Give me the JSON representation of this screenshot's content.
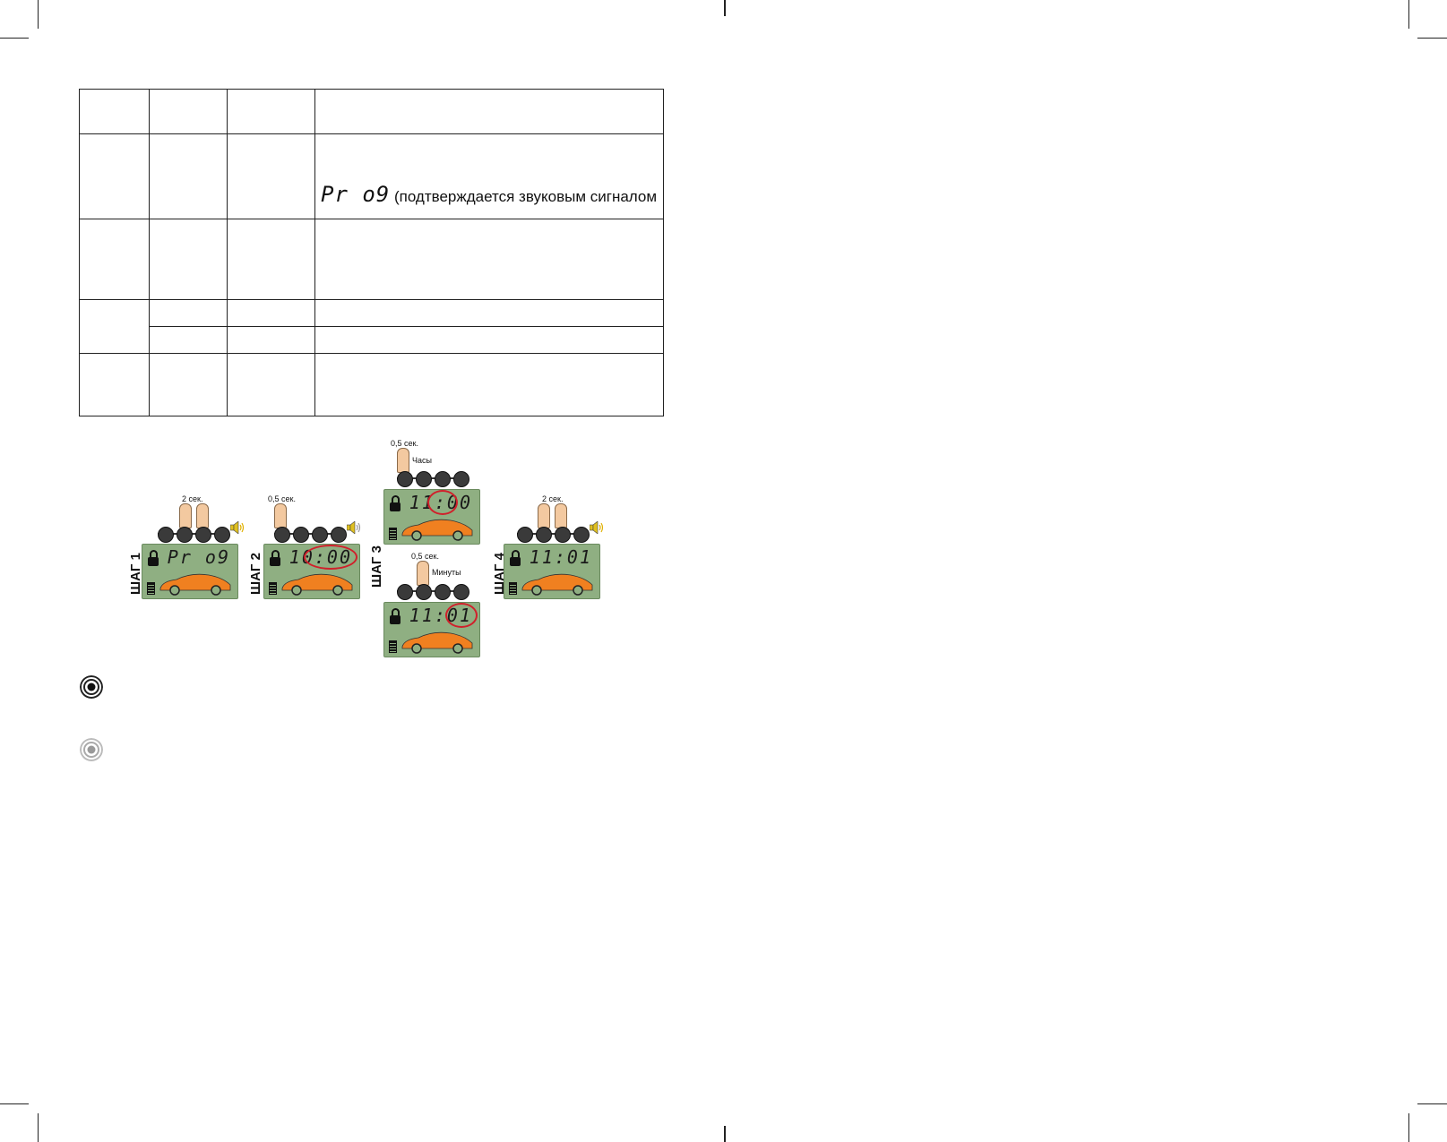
{
  "table": {
    "prog_code": "Pr o9",
    "prog_note": "(подтверждается звуковым сигналом"
  },
  "steps": [
    {
      "label": "ШАГ 1",
      "display": "Pr o9",
      "duration": "2 сек."
    },
    {
      "label": "ШАГ 2",
      "display": "10:00",
      "duration": "0,5 сек."
    },
    {
      "label": "ШАГ 3",
      "display_top": "11:00",
      "display_bottom": "11:01",
      "duration_top": "0,5 сек.",
      "label_top": "Часы",
      "duration_bottom": "0,5 сек.",
      "label_bottom": "Минуты"
    },
    {
      "label": "ШАГ 4",
      "display": "11:01",
      "duration": "2 сек."
    }
  ],
  "colors": {
    "lcd": "#8faf82",
    "highlight": "#d0202b",
    "car": "#f08020"
  },
  "icons": [
    "lock-icon",
    "battery-icon",
    "car-icon",
    "speaker-icon",
    "finger-icon",
    "bullet-target-icon"
  ]
}
